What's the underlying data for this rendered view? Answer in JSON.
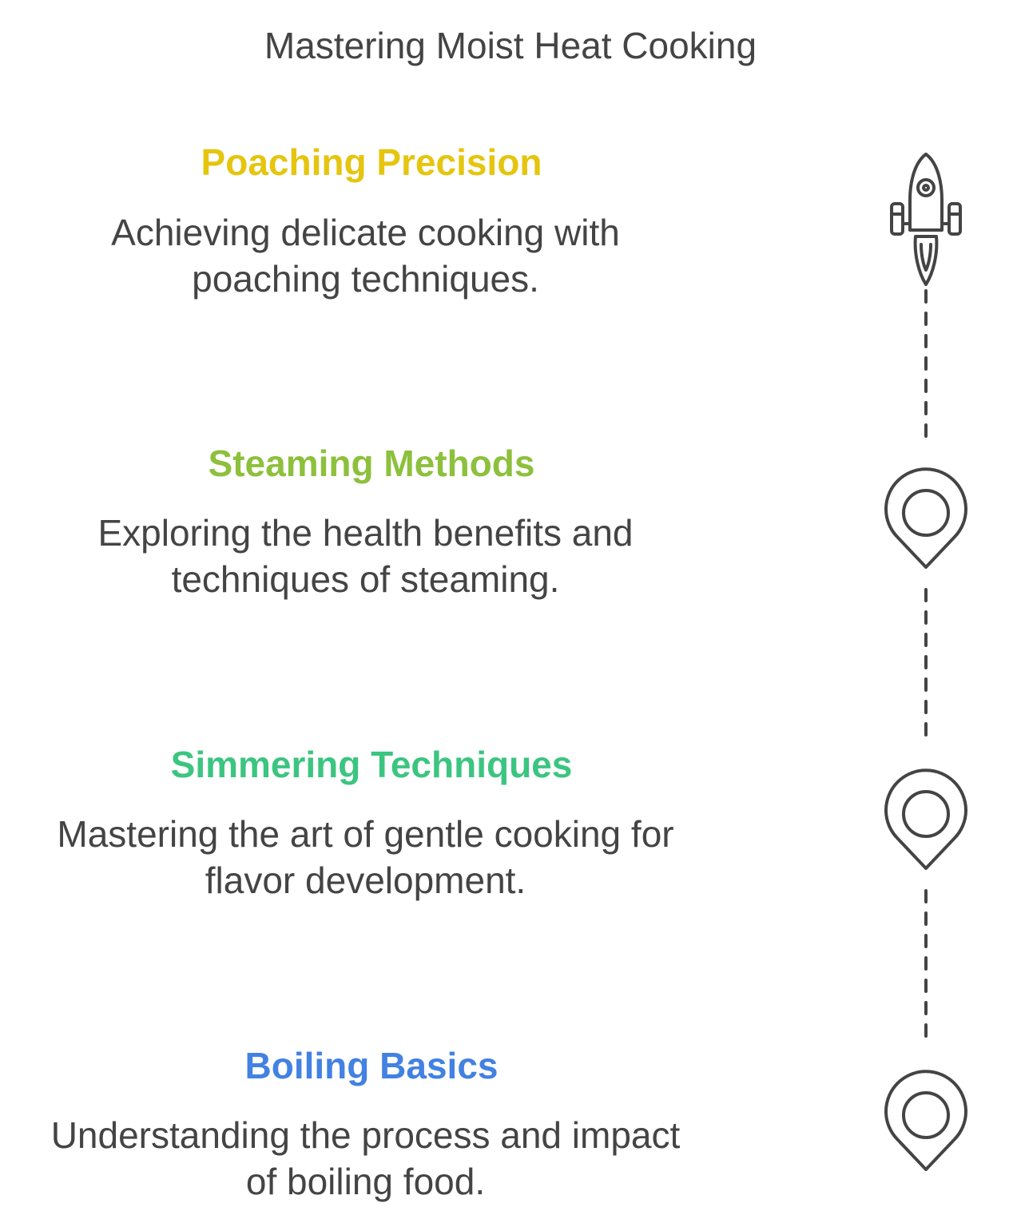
{
  "title": "Mastering Moist Heat Cooking",
  "colors": {
    "text": "#444444",
    "icon_stroke": "#444444",
    "poaching": "#E5C50E",
    "steaming": "#8DC03C",
    "simmering": "#3CC580",
    "boiling": "#4381E2"
  },
  "steps": [
    {
      "heading": "Poaching Precision",
      "desc_line1": "Achieving delicate cooking with",
      "desc_line2": "poaching techniques.",
      "icon": "rocket-icon"
    },
    {
      "heading": "Steaming Methods",
      "desc_line1": "Exploring the health benefits and",
      "desc_line2": "techniques of steaming.",
      "icon": "map-pin-icon"
    },
    {
      "heading": "Simmering Techniques",
      "desc_line1": "Mastering the art of gentle cooking for",
      "desc_line2": "flavor development.",
      "icon": "map-pin-icon"
    },
    {
      "heading": "Boiling Basics",
      "desc_line1": "Understanding the process and impact",
      "desc_line2": "of boiling food.",
      "icon": "map-pin-icon"
    }
  ]
}
